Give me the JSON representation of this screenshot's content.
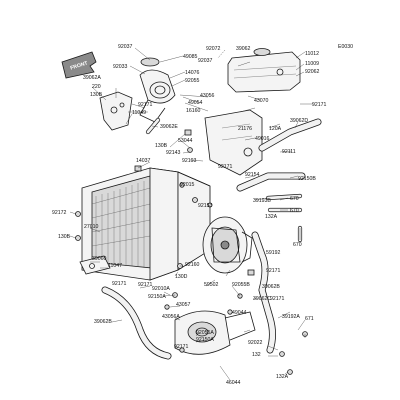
{
  "figure_code": "E0030",
  "front_marker": "FRONT",
  "part_labels": [
    "92037",
    "49085",
    "92033",
    "14076",
    "92055",
    "43056",
    "49054",
    "16160",
    "39062A",
    "92171",
    "220",
    "130B",
    "11049",
    "39062E",
    "92072",
    "92037",
    "39062",
    "11012",
    "11009",
    "92062",
    "43070",
    "92171",
    "49016",
    "120A",
    "39062D",
    "92111",
    "53044",
    "92143",
    "130B",
    "92193",
    "14037",
    "92015",
    "92154",
    "92153",
    "92150B",
    "39193B",
    "670",
    "670",
    "670",
    "92172",
    "27010",
    "130B",
    "39060",
    "11047",
    "92160",
    "130D",
    "59192",
    "92171",
    "92171",
    "59502",
    "92055B",
    "92010A",
    "43057",
    "43056A",
    "39062C",
    "92171",
    "92150A",
    "39062B",
    "49044",
    "92055A",
    "92150A",
    "92171",
    "92022",
    "132",
    "132A",
    "39192A",
    "92171",
    "671",
    "46044",
    "39062B",
    "21176",
    "92171",
    "132A"
  ]
}
